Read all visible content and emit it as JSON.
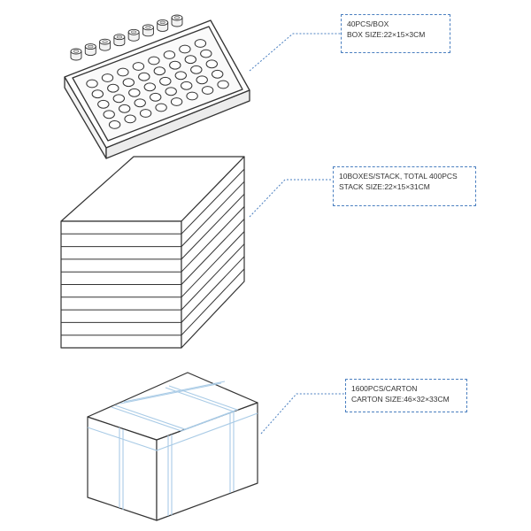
{
  "colors": {
    "outline": "#333333",
    "leader": "#4a7fc0",
    "strap": "#a9cbe6"
  },
  "stages": [
    {
      "name": "box",
      "lines": [
        "40PCS/BOX",
        "BOX SIZE:22×15×3CM"
      ]
    },
    {
      "name": "stack",
      "lines": [
        "10BOXES/STACK, TOTAL 400PCS",
        "STACK SIZE:22×15×31CM"
      ]
    },
    {
      "name": "carton",
      "lines": [
        "1600PCS/CARTON",
        "CARTON SIZE:46×32×33CM"
      ]
    }
  ]
}
